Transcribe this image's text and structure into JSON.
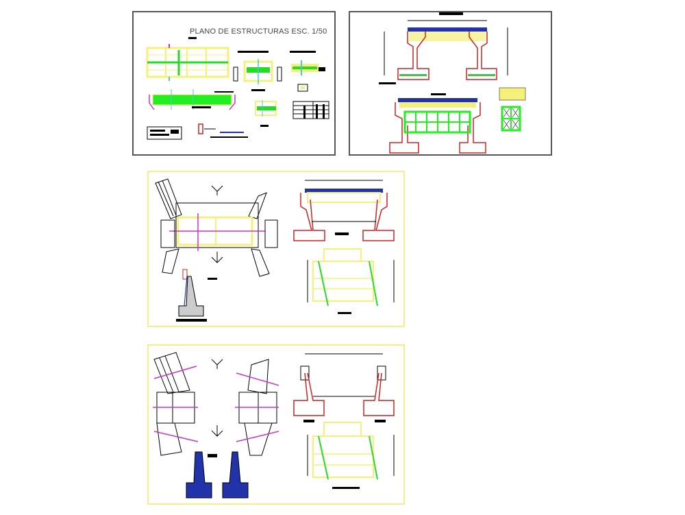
{
  "drawing": {
    "title": "PLANO DE ESTRUCTURAS ESC. 1/50",
    "sheets": [
      {
        "id": "sheet-1",
        "description": "Plan and details of structure with schedule table",
        "frame_color": "#555555"
      },
      {
        "id": "sheet-2",
        "description": "Cross sections of bridge with abutments and reinforcement",
        "frame_color": "#555555"
      },
      {
        "id": "sheet-3",
        "description": "Plan view with wingwalls, section and abutment detail",
        "frame_color": "#f2f08a"
      },
      {
        "id": "sheet-4",
        "description": "Wingwall plan, abutment sections and foundation details",
        "frame_color": "#f2f08a"
      }
    ]
  },
  "colors": {
    "background": "#ffffff",
    "lines": "#000000",
    "concrete_red": "#cc2222",
    "slab_blue": "#2233aa",
    "highlight_yellow": "#f5f07a",
    "rebar_green": "#22dd22",
    "axis_magenta": "#cc33cc",
    "marker_cyan": "#44cccc",
    "fill_gray": "#cccccc"
  }
}
